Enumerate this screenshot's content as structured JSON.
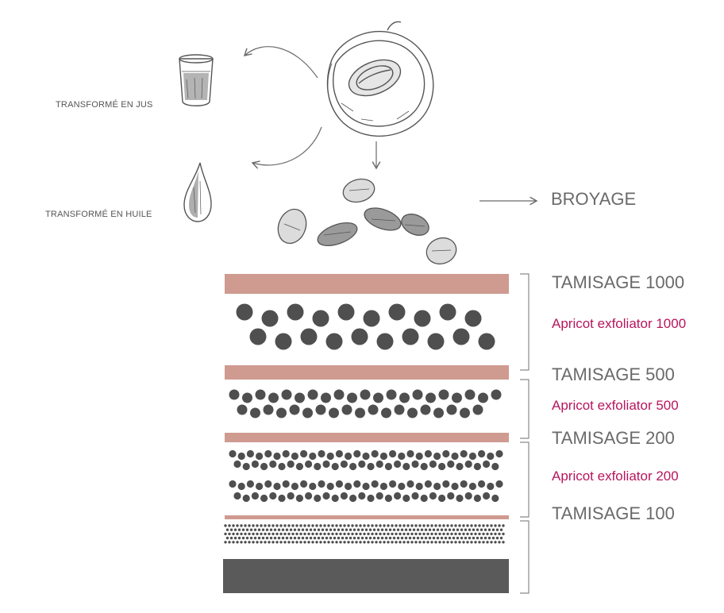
{
  "labels": {
    "juice": "TRANSFORMÉ EN JUS",
    "oil": "TRANSFORMÉ EN HUILE",
    "grinding": "BROYAGE"
  },
  "sieves": [
    {
      "name": "TAMISAGE 1000",
      "product": "Apricot exfoliator 1000"
    },
    {
      "name": "TAMISAGE 500",
      "product": "Apricot exfoliator 500"
    },
    {
      "name": "TAMISAGE 200",
      "product": "Apricot exfoliator 200"
    },
    {
      "name": "TAMISAGE 100",
      "product": ""
    }
  ],
  "colors": {
    "sieve_bar": "#cf9a90",
    "granule": "#4f4f4f",
    "powder": "#5a5a5a",
    "accent_text": "#b8155e",
    "label_text": "#6a6a6a",
    "sketch": "#555555"
  },
  "icons": [
    "apricot-half-icon",
    "juice-glass-icon",
    "oil-drop-icon",
    "kernels-icon"
  ]
}
